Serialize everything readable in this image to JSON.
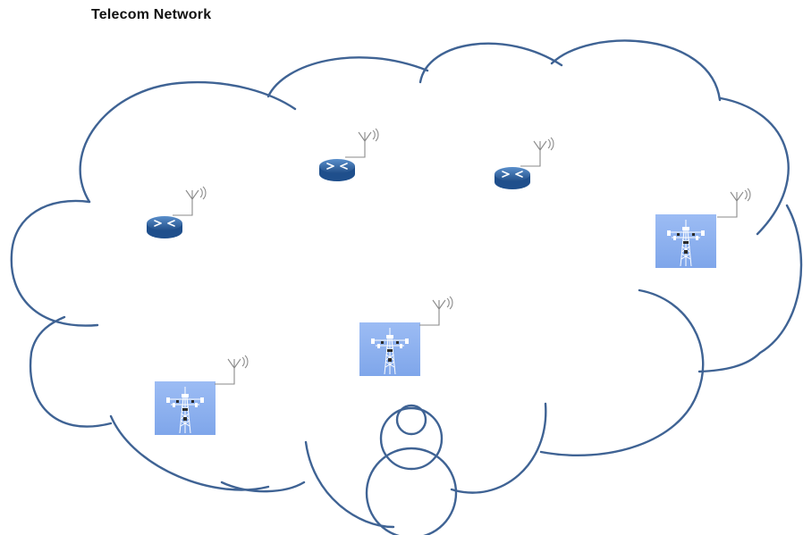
{
  "title": "Telecom Network",
  "colors": {
    "cloud_outline": "#3f6394",
    "router_body": "#2f66a8",
    "router_top": "#5a8fcb",
    "tower_background": "#8fb3f0",
    "antenna": "#8a8a8a"
  },
  "nodes": [
    {
      "kind": "router",
      "icon": "router-icon",
      "antenna": "wireless-antenna-icon"
    },
    {
      "kind": "router",
      "icon": "router-icon",
      "antenna": "wireless-antenna-icon"
    },
    {
      "kind": "router",
      "icon": "router-icon",
      "antenna": "wireless-antenna-icon"
    },
    {
      "kind": "tower",
      "icon": "cell-tower-icon",
      "antenna": "wireless-antenna-icon"
    },
    {
      "kind": "tower",
      "icon": "cell-tower-icon",
      "antenna": "wireless-antenna-icon"
    },
    {
      "kind": "tower",
      "icon": "cell-tower-icon",
      "antenna": "wireless-antenna-icon"
    }
  ]
}
